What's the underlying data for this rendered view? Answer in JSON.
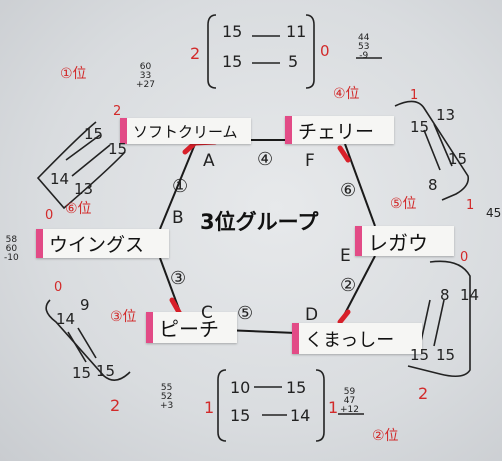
{
  "title": "3位グループ",
  "teams": {
    "A": "ソフトクリーム",
    "F": "チェリー",
    "B": "ウイングス",
    "E": "レガウ",
    "C": "ピーチ",
    "D": "くまっしー"
  },
  "letters": {
    "A": "A",
    "B": "B",
    "C": "C",
    "D": "D",
    "E": "E",
    "F": "F"
  },
  "match_numbers": [
    "①",
    "②",
    "③",
    "④",
    "⑤",
    "⑥"
  ],
  "ranks": {
    "soft": "①位",
    "cherry": "④位",
    "wings": "⑥位",
    "regau": "⑤位",
    "peach": "③位",
    "kuma": "②位"
  },
  "scores": {
    "top_row1_left": "15",
    "top_row1_right": "11",
    "top_row2_left": "15",
    "top_row2_right": "5",
    "top_set_left": "2",
    "top_set_right": "0",
    "top_calc": [
      "44",
      "53",
      "-9"
    ],
    "soft_calc": [
      "60",
      "33",
      "+27"
    ],
    "bottom_row1_left": "10",
    "bottom_row1_right": "15",
    "bottom_row2_left": "15",
    "bottom_row2_right": "14",
    "bottom_set_left": "1",
    "bottom_set_right": "1",
    "bottom_left_calc": [
      "55",
      "52",
      "+3"
    ],
    "bottom_right_calc": [
      "59",
      "47",
      "+12"
    ],
    "left_pair_top": "15",
    "left_pair_top2": "15",
    "left_pair_bottom": "14",
    "left_pair_bottom2": "13",
    "left_set_top": "2",
    "left_set_bottom": "0",
    "wings_calc": [
      "58",
      "60",
      "-10"
    ],
    "right_pair_top": "15",
    "right_pair_top2": "13",
    "right_pair_bottom": "8",
    "right_pair_bottom2": "15",
    "right_set_top": "1",
    "right_set_bottom": "1",
    "right_edge": "45",
    "lowleft_top": "14",
    "lowleft_top2": "9",
    "lowleft_bottom": "15",
    "lowleft_bottom2": "15",
    "lowleft_set_top": "0",
    "lowleft_set_bottom": "2",
    "lowright_top": "8",
    "lowright_top2": "14",
    "lowright_bottom": "15",
    "lowright_bottom2": "15",
    "lowright_set_top": "0",
    "lowright_set_bottom": "2"
  }
}
